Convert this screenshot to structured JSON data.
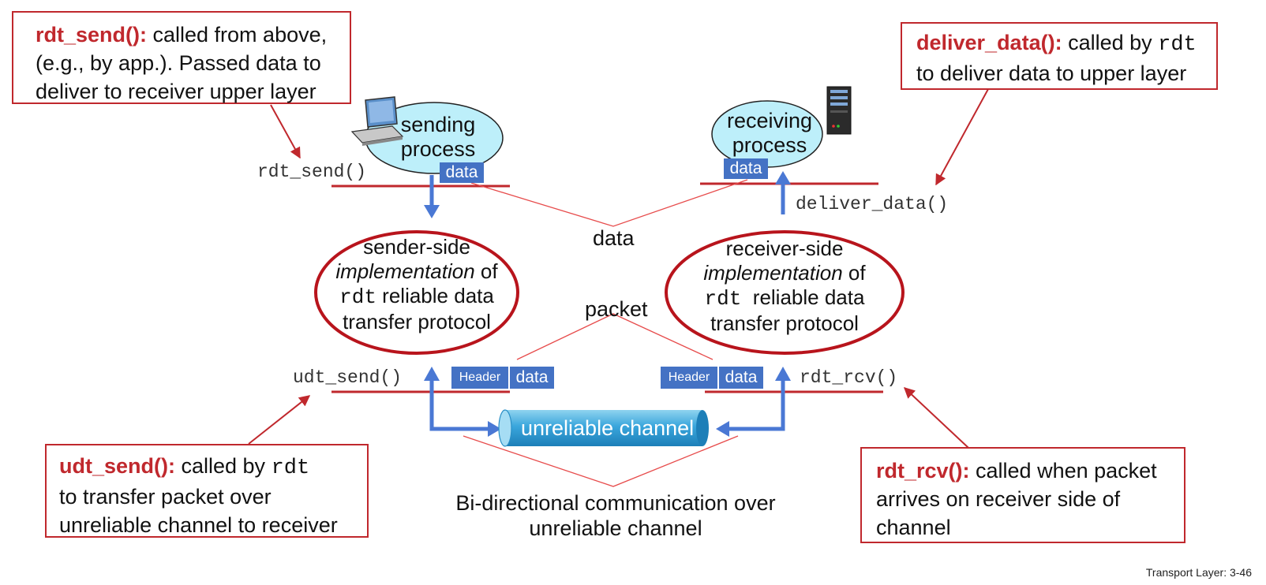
{
  "callouts": {
    "rdt_send": {
      "title": "rdt_send():",
      "line1": " called from above,",
      "line2": "(e.g., by app.). Passed data to",
      "line3": "deliver to receiver upper layer"
    },
    "deliver_data": {
      "title": "deliver_data():",
      "line1": " called by ",
      "code": "rdt",
      "line2": "to deliver data to upper layer"
    },
    "udt_send": {
      "title": "udt_send():",
      "line1": " called by ",
      "code": "rdt",
      "line2": "to transfer packet over",
      "line3": "unreliable channel to receiver"
    },
    "rdt_rcv": {
      "title": "rdt_rcv():",
      "line1": " called when packet",
      "line2": "arrives on receiver side of",
      "line3": "channel"
    }
  },
  "sending_process": {
    "line1": "sending",
    "line2": "process"
  },
  "receiving_process": {
    "line1": "receiving",
    "line2": "process"
  },
  "interfaces": {
    "rdt_send": "rdt_send()",
    "deliver_data": "deliver_data()",
    "udt_send": "udt_send()",
    "rdt_rcv": "rdt_rcv()"
  },
  "sender_impl": {
    "line1": "sender-side",
    "line2_italic": "implementation",
    "line2_rest": " of",
    "line3_code": "rdt",
    "line3_rest": " reliable data",
    "line4": "transfer protocol"
  },
  "receiver_impl": {
    "line1": "receiver-side",
    "line2_italic": "implementation",
    "line2_rest": " of",
    "line3_code": "rdt",
    "line3_rest": "  reliable data",
    "line4": "transfer protocol"
  },
  "pills": {
    "data": "data",
    "header": "Header"
  },
  "labels": {
    "data": "data",
    "packet": "packet",
    "channel": "unreliable channel",
    "bidir_line1": "Bi-directional communication over",
    "bidir_line2": "unreliable channel"
  },
  "footer": "Transport Layer: 3-46",
  "colors": {
    "red": "#c0282d",
    "blue": "#4472c4",
    "cyan": "#bdeffa",
    "arrow_blue": "#4a78d4"
  }
}
